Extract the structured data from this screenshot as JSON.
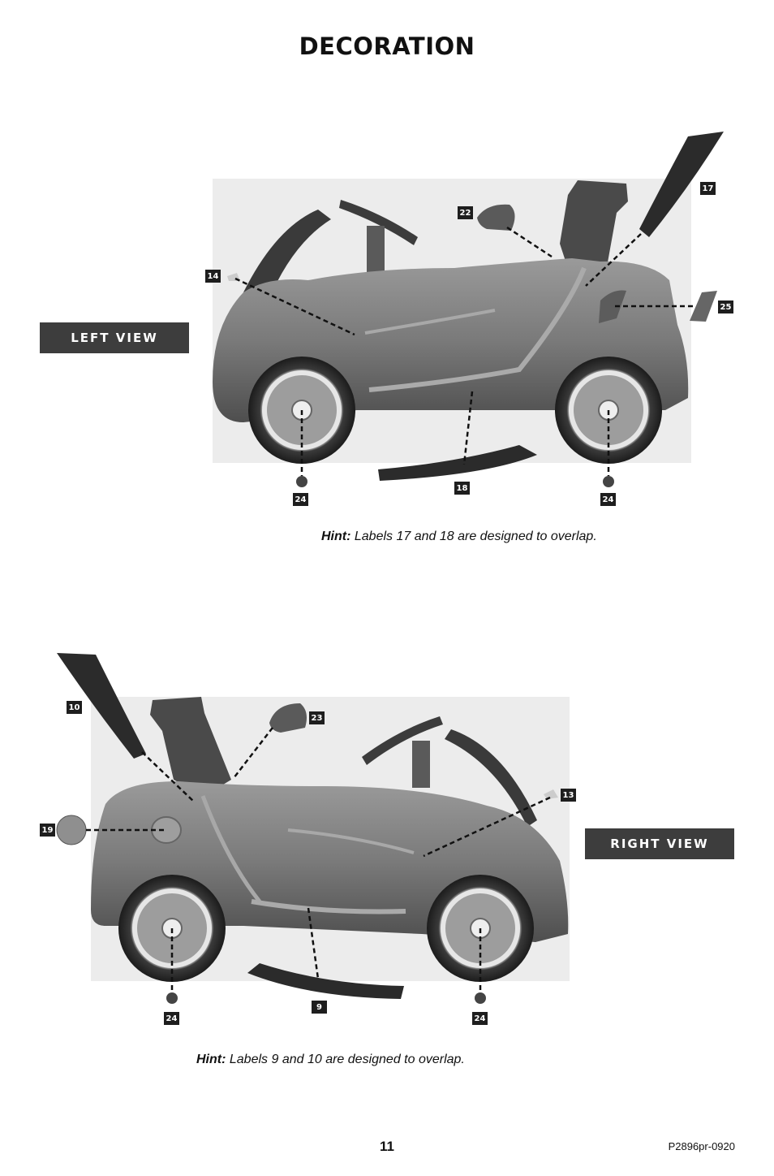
{
  "title": "DECORATION",
  "left_view": {
    "label": "LEFT VIEW",
    "callouts": [
      "14",
      "22",
      "17",
      "25",
      "24",
      "18",
      "24"
    ],
    "hint_bold": "Hint:",
    "hint_text": " Labels 17 and 18 are designed to overlap."
  },
  "right_view": {
    "label": "RIGHT VIEW",
    "callouts": [
      "10",
      "23",
      "19",
      "13",
      "24",
      "9",
      "24"
    ],
    "hint_bold": "Hint:",
    "hint_text": " Labels 9 and 10 are designed to overlap."
  },
  "footer": {
    "page_number": "11",
    "doc_code": "P2896pr-0920"
  },
  "colors": {
    "label_bg": "#3d3d3d",
    "callout_bg": "#1e1e1e",
    "decal": "#2b2b2b",
    "car_body": "#7d7d7d"
  }
}
